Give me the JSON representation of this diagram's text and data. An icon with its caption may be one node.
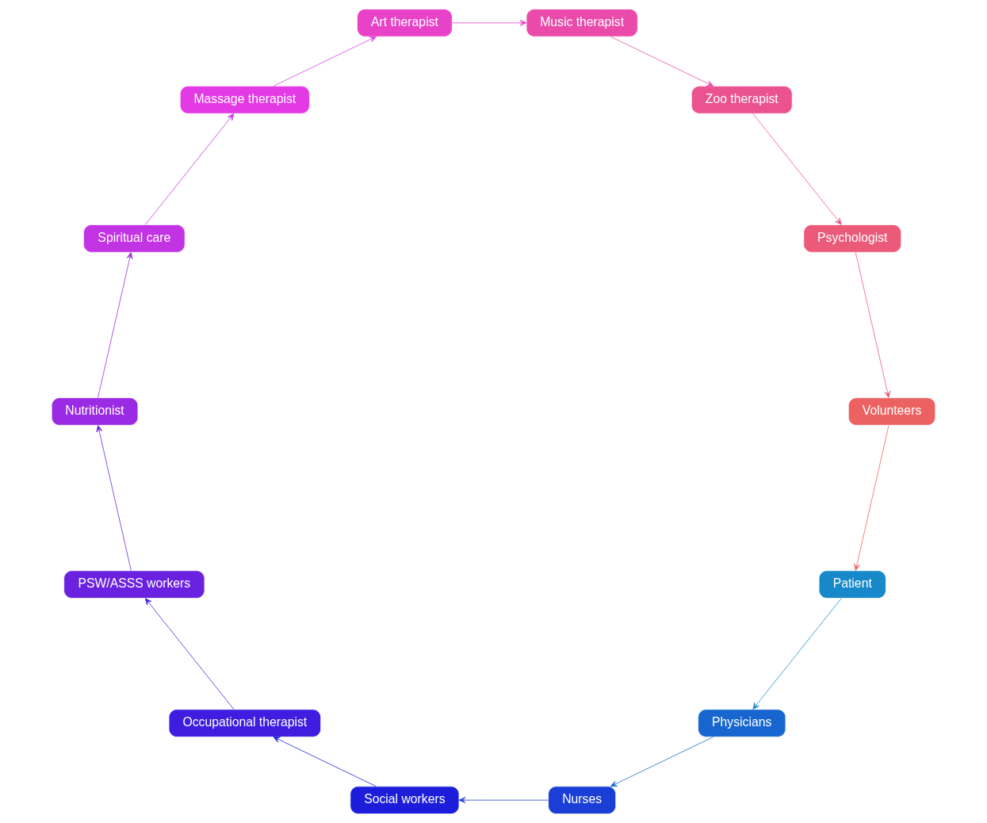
{
  "diagram": {
    "nodes": [
      {
        "text": [
          "Patient"
        ]
      },
      {
        "text": [
          "Physicians"
        ]
      },
      {
        "text": [
          "Nurses"
        ]
      },
      {
        "text": [
          "Social workers"
        ]
      },
      {
        "text": [
          "Occupational therapist"
        ]
      },
      {
        "text": [
          "PSW/ASSS workers"
        ]
      },
      {
        "text": [
          "Nutritionist"
        ]
      },
      {
        "text": [
          "Spiritual care"
        ]
      },
      {
        "text": [
          "Massage therapist"
        ]
      },
      {
        "text": [
          "Art therapist"
        ]
      },
      {
        "text": [
          "Music therapist"
        ]
      },
      {
        "text": [
          "Zoo therapist"
        ]
      },
      {
        "text": [
          "Psychologist"
        ]
      },
      {
        "text": [
          "Volunteers"
        ]
      }
    ],
    "edges": [
      {
        "from": 0,
        "to": 1,
        "arrow": "to",
        "color": "#1788c9"
      },
      {
        "from": 1,
        "to": 2,
        "arrow": "to",
        "color": "#1766d0"
      },
      {
        "from": 2,
        "to": 3,
        "arrow": "to",
        "color": "#1a3fd6"
      },
      {
        "from": 3,
        "to": 4,
        "arrow": "to",
        "color": "#1c1ddb"
      },
      {
        "from": 4,
        "to": 5,
        "arrow": "to",
        "color": "#3e1de0"
      },
      {
        "from": 5,
        "to": 6,
        "arrow": "to",
        "color": "#6b22e0"
      },
      {
        "from": 6,
        "to": 7,
        "arrow": "to",
        "color": "#9a2ae3"
      },
      {
        "from": 7,
        "to": 8,
        "arrow": "to",
        "color": "#c233e4"
      },
      {
        "from": 8,
        "to": 9,
        "arrow": "to",
        "color": "#e33ae6"
      },
      {
        "from": 9,
        "to": 10,
        "arrow": "to",
        "color": "#e842c8"
      },
      {
        "from": 10,
        "to": 11,
        "arrow": "to",
        "color": "#ea4aaa"
      },
      {
        "from": 11,
        "to": 12,
        "arrow": "to",
        "color": "#ea5290"
      },
      {
        "from": 12,
        "to": 13,
        "arrow": "to",
        "color": "#eb5a78"
      },
      {
        "from": 13,
        "to": 0,
        "arrow": "to",
        "color": "#ec6262"
      }
    ]
  }
}
